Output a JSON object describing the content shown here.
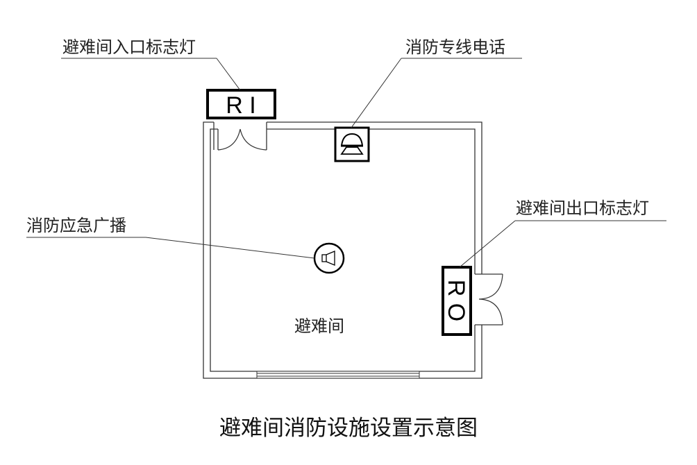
{
  "labels": {
    "entrance_sign": "避难间入口标志灯",
    "fire_phone": "消防专线电话",
    "exit_sign": "避难间出口标志灯",
    "broadcast": "消防应急广播",
    "room": "避难间"
  },
  "signs": {
    "entrance_code": "R I",
    "exit_code": "R O"
  },
  "title": "避难间消防设施设置示意图"
}
